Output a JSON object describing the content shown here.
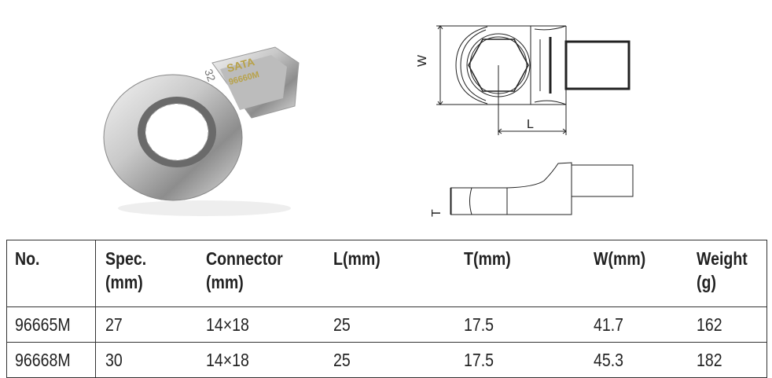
{
  "product_photo": {
    "logo_text": "SATA",
    "model_engraving": "96660M",
    "size_engraving": "32"
  },
  "diagram": {
    "labels": {
      "width": "W",
      "length": "L",
      "thickness": "T"
    }
  },
  "table": {
    "headers": [
      "No.",
      "Spec.\n(mm)",
      "Connector\n(mm)",
      "L(mm)",
      "T(mm)",
      "W(mm)",
      "Weight\n(g)"
    ],
    "rows": [
      [
        "96665M",
        "27",
        "14×18",
        "25",
        "17.5",
        "41.7",
        "162"
      ],
      [
        "96668M",
        "30",
        "14×18",
        "25",
        "17.5",
        "45.3",
        "182"
      ]
    ]
  }
}
